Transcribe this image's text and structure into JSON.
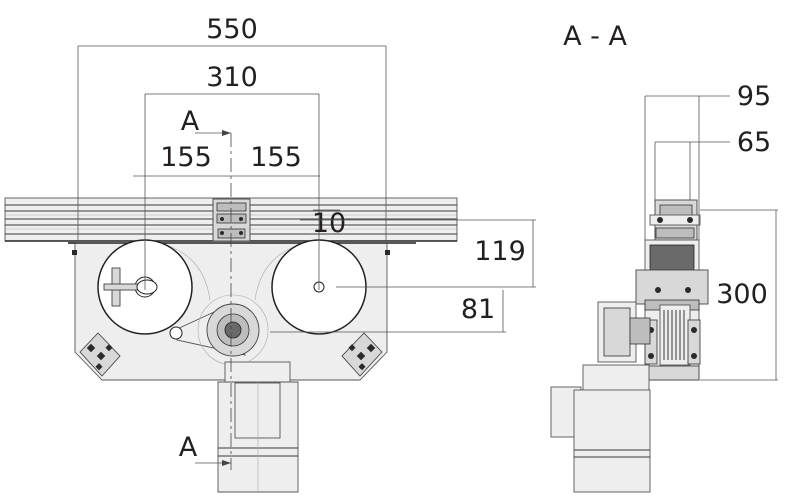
{
  "dimensions": {
    "d550": "550",
    "d310": "310",
    "d155_left": "155",
    "d155_right": "155",
    "d10": "10",
    "d119": "119",
    "d81": "81",
    "d95": "95",
    "d65": "65",
    "d300": "300"
  },
  "section_labels": {
    "top": "A",
    "bottom": "A",
    "view_title": "A - A"
  }
}
